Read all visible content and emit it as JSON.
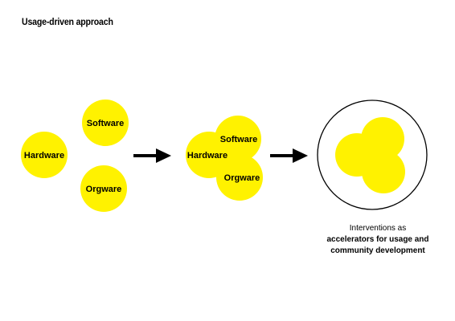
{
  "title": "Usage-driven approach",
  "labels": {
    "hardware": "Hardware",
    "software": "Software",
    "orgware": "Orgware"
  },
  "caption": {
    "line1": "Interventions as",
    "line2": "accelerators for usage and",
    "line3": "community development"
  },
  "colors": {
    "circle": "#FFF200",
    "ink": "#000000",
    "background": "#FFFFFF"
  },
  "icons": {
    "arrow": "right-arrow-icon"
  }
}
